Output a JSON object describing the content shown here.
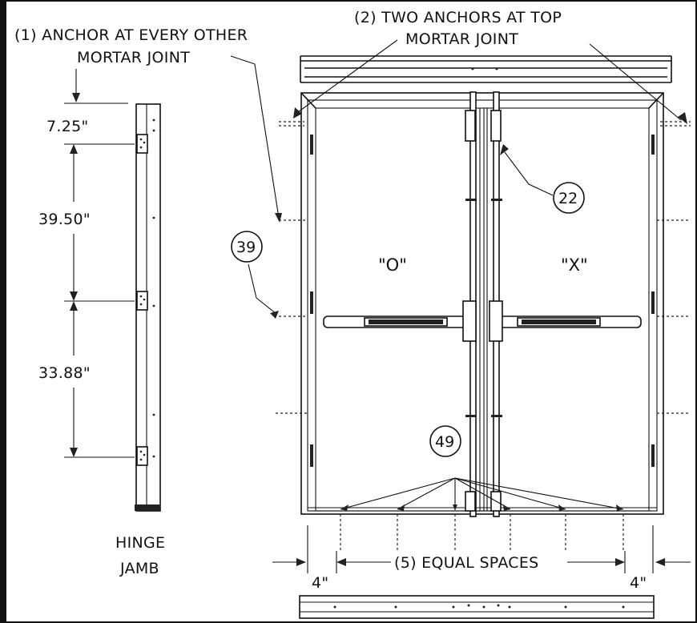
{
  "labels": {
    "note_left_line1": "(1) ANCHOR AT EVERY OTHER",
    "note_left_line2": "MORTAR JOINT",
    "note_top_line1": "(2) TWO ANCHORS AT TOP",
    "note_top_line2": "MORTAR JOINT",
    "dim_top": "7.25\"",
    "dim_mid": "39.50\"",
    "dim_low": "33.88\"",
    "jamb_line1": "HINGE",
    "jamb_line2": "JAMB",
    "leaf_left": "\"O\"",
    "leaf_right": "\"X\"",
    "spaces": "(5) EQUAL SPACES",
    "edge_left": "4\"",
    "edge_right": "4\""
  },
  "callouts": {
    "c22": "22",
    "c39": "39",
    "c49": "49"
  }
}
